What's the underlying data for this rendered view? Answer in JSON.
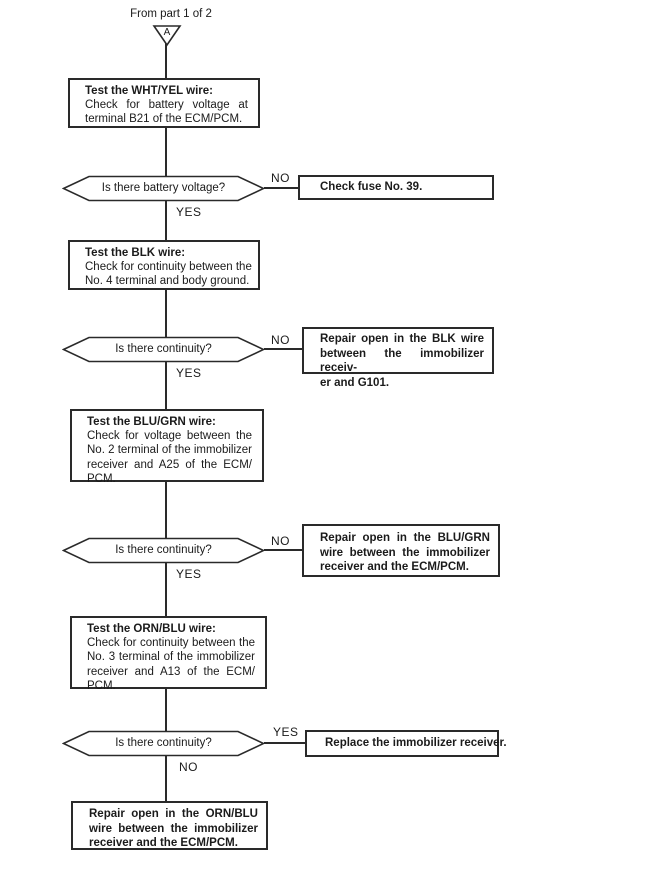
{
  "colors": {
    "ink": "#2a2a2a",
    "paper": "#ffffff"
  },
  "header": {
    "from_label": "From part 1 of 2",
    "connector_letter": "A"
  },
  "labels": {
    "yes": "YES",
    "no": "NO"
  },
  "nodes": {
    "test_wht_yel": {
      "title": "Test the WHT/YEL wire:",
      "lines": [
        "Check for battery voltage at",
        "terminal B21 of the ECM/PCM."
      ]
    },
    "q_battery_voltage": {
      "question": "Is there battery voltage?"
    },
    "check_fuse": {
      "lines": [
        "Check fuse No. 39."
      ]
    },
    "test_blk": {
      "title": "Test the BLK wire:",
      "lines": [
        "Check for continuity between the",
        "No. 4 terminal and body ground."
      ]
    },
    "q_continuity_1": {
      "question": "Is there continuity?"
    },
    "repair_blk": {
      "lines": [
        "Repair open in the BLK wire",
        "between the immobilizer receiv-",
        "er and G101."
      ]
    },
    "test_blu_grn": {
      "title": "Test the BLU/GRN wire:",
      "lines": [
        "Check for voltage between the",
        "No. 2 terminal of the immobilizer",
        "receiver and A25 of the ECM/",
        "PCM."
      ]
    },
    "q_continuity_2": {
      "question": "Is there continuity?"
    },
    "repair_blu_grn": {
      "lines": [
        "Repair open in the BLU/GRN",
        "wire between the immobilizer",
        "receiver and the ECM/PCM."
      ]
    },
    "test_orn_blu": {
      "title": "Test the ORN/BLU wire:",
      "lines": [
        "Check for continuity between the",
        "No. 3 terminal of the immobilizer",
        "receiver and A13 of the ECM/",
        "PCM."
      ]
    },
    "q_continuity_3": {
      "question": "Is there continuity?"
    },
    "replace_receiver": {
      "lines": [
        "Replace the immobilizer receiver."
      ]
    },
    "repair_orn_blu": {
      "lines": [
        "Repair open in the ORN/BLU",
        "wire between the immobilizer",
        "receiver and the ECM/PCM."
      ]
    }
  }
}
